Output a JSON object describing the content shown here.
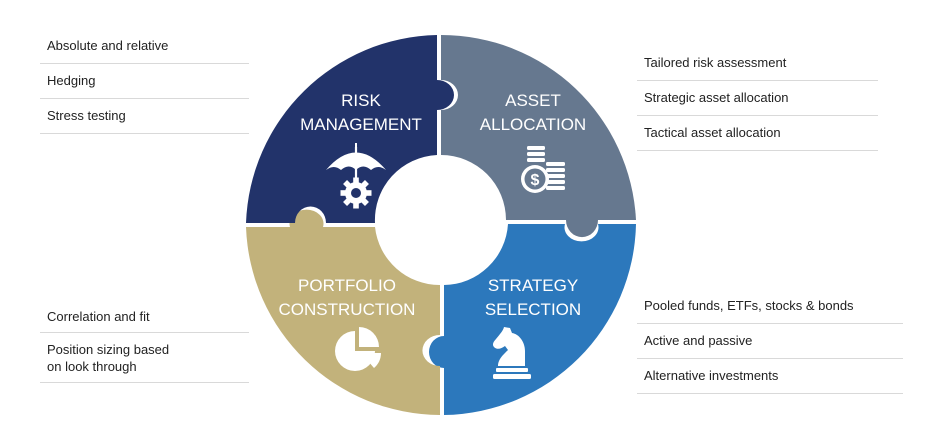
{
  "segments": {
    "risk": {
      "line1": "RISK",
      "line2": "MANAGEMENT",
      "color": "#22336a",
      "icon": "umbrella-gear-icon",
      "items": [
        "Absolute and relative",
        "Hedging",
        "Stress testing"
      ]
    },
    "asset": {
      "line1": "ASSET",
      "line2": "ALLOCATION",
      "color": "#66788f",
      "icon": "coin-stack-dollar-icon",
      "items": [
        "Tailored risk assessment",
        "Strategic asset allocation",
        "Tactical asset allocation"
      ]
    },
    "portfolio": {
      "line1": "PORTFOLIO",
      "line2": "CONSTRUCTION",
      "color": "#c2b27b",
      "icon": "pie-chart-icon",
      "items": [
        "Correlation and fit",
        "Position sizing based\non look through"
      ]
    },
    "strategy": {
      "line1": "STRATEGY",
      "line2": "SELECTION",
      "color": "#2c78bc",
      "icon": "chess-knight-icon",
      "items": [
        "Pooled funds, ETFs, stocks & bonds",
        "Active and passive",
        "Alternative investments"
      ]
    }
  }
}
